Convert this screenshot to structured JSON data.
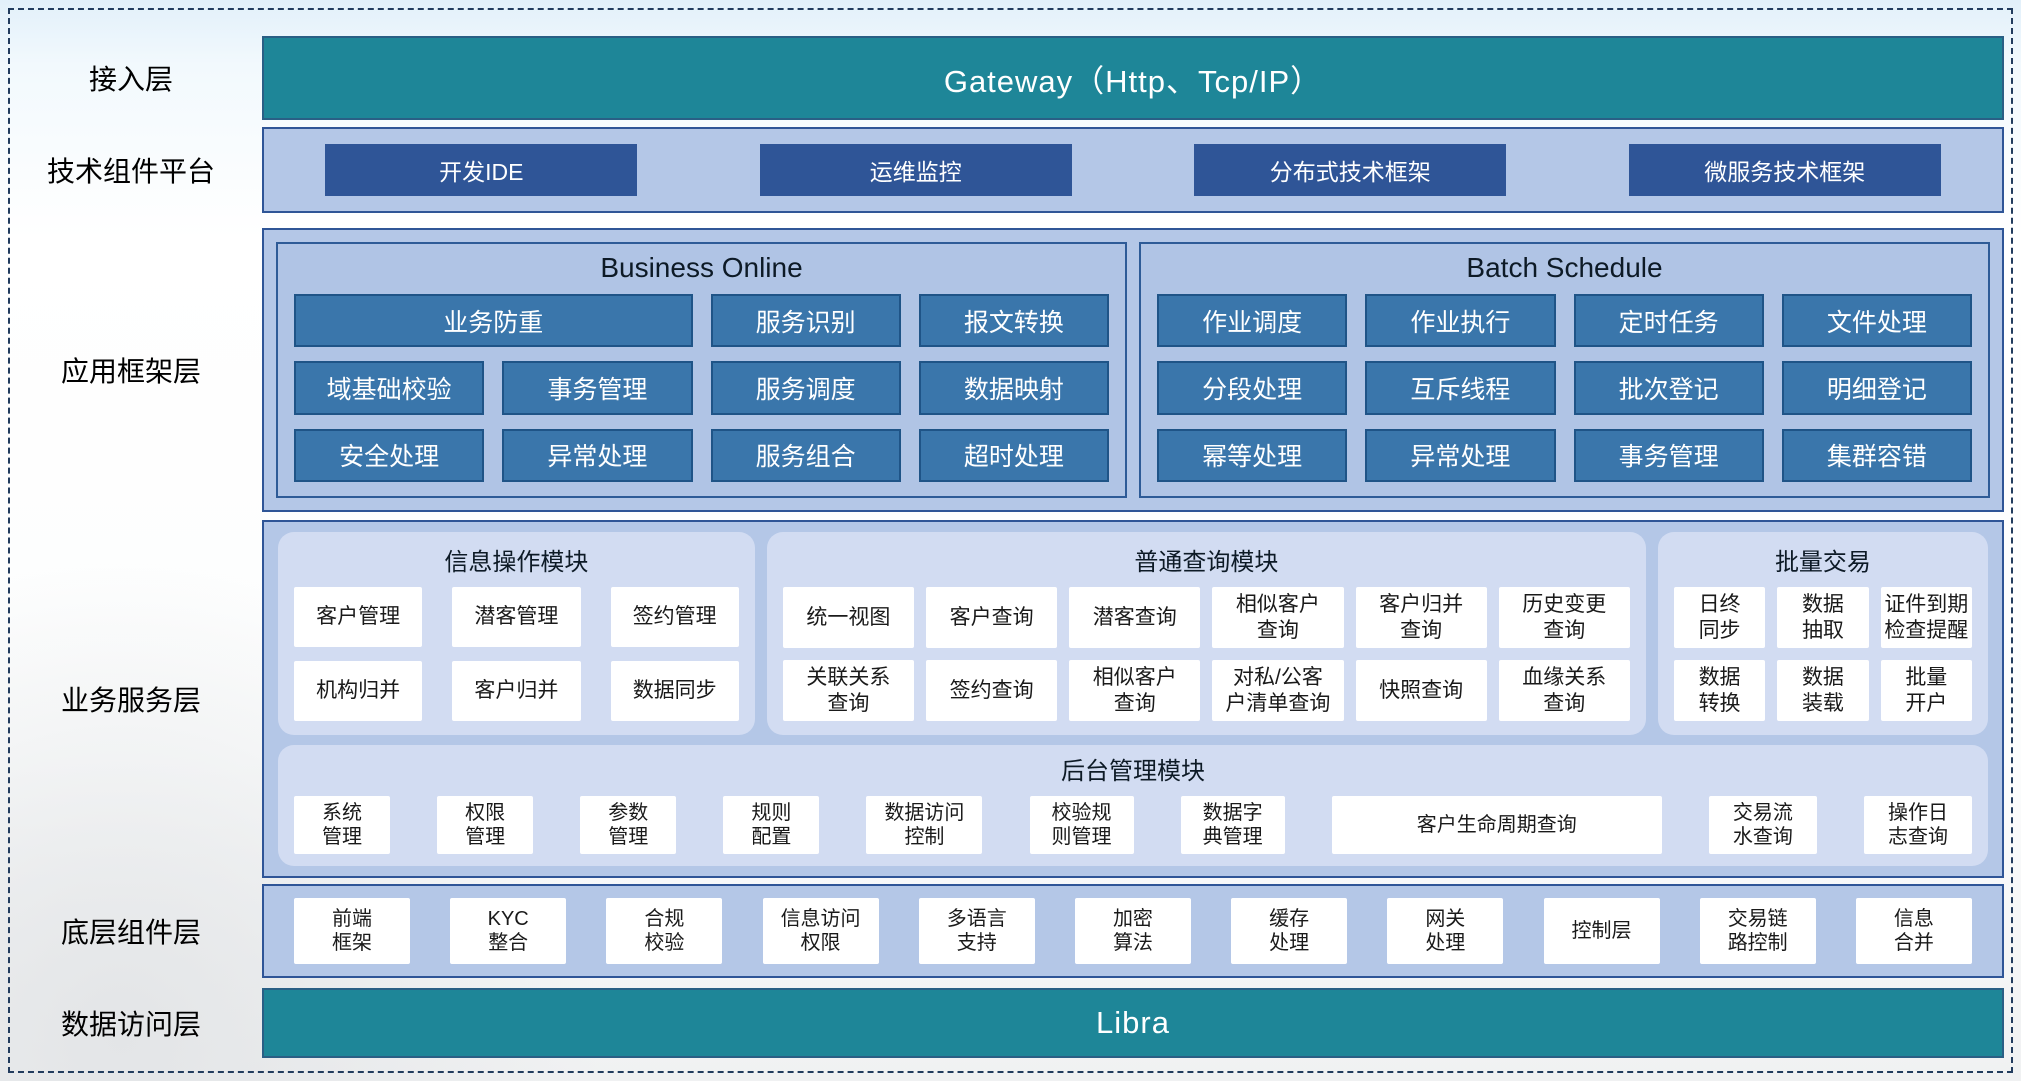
{
  "layers": {
    "access_label": "接入层",
    "tech_label": "技术组件平台",
    "framework_label": "应用框架层",
    "service_label": "业务服务层",
    "component_label": "底层组件层",
    "data_label": "数据访问层"
  },
  "gateway": {
    "title": "Gateway（Http、Tcp/IP）"
  },
  "tech_platform": {
    "items": [
      "开发IDE",
      "运维监控",
      "分布式技术框架",
      "微服务技术框架"
    ]
  },
  "business_online": {
    "title": "Business Online",
    "items": [
      "业务防重",
      "服务识别",
      "报文转换",
      "域基础校验",
      "事务管理",
      "服务调度",
      "数据映射",
      "安全处理",
      "异常处理",
      "服务组合",
      "超时处理"
    ]
  },
  "batch_schedule": {
    "title": "Batch Schedule",
    "items": [
      "作业调度",
      "作业执行",
      "定时任务",
      "文件处理",
      "分段处理",
      "互斥线程",
      "批次登记",
      "明细登记",
      "幂等处理",
      "异常处理",
      "事务管理",
      "集群容错"
    ]
  },
  "info_module": {
    "title": "信息操作模块",
    "items": [
      "客户管理",
      "潜客管理",
      "签约管理",
      "机构归并",
      "客户归并",
      "数据同步"
    ]
  },
  "query_module": {
    "title": "普通查询模块",
    "items": [
      "统一视图",
      "客户查询",
      "潜客查询",
      "相似客户\n查询",
      "客户归并\n查询",
      "历史变更\n查询",
      "关联关系\n查询",
      "签约查询",
      "相似客户\n查询",
      "对私/公客\n户清单查询",
      "快照查询",
      "血缘关系\n查询"
    ]
  },
  "batch_trade": {
    "title": "批量交易",
    "items": [
      "日终\n同步",
      "数据\n抽取",
      "证件到期\n检查提醒",
      "数据\n转换",
      "数据\n装载",
      "批量\n开户"
    ]
  },
  "admin_module": {
    "title": "后台管理模块",
    "items": [
      "系统\n管理",
      "权限\n管理",
      "参数\n管理",
      "规则\n配置",
      "数据访问\n控制",
      "校验规\n则管理",
      "数据字\n典管理",
      "客户生命周期查询",
      "交易流\n水查询",
      "操作日\n志查询"
    ]
  },
  "base_components": {
    "items": [
      "前端\n框架",
      "KYC\n整合",
      "合规\n校验",
      "信息访问\n权限",
      "多语言\n支持",
      "加密\n算法",
      "缓存\n处理",
      "网关\n处理",
      "控制层",
      "交易链\n路控制",
      "信息\n合并"
    ]
  },
  "data_access": {
    "title": "Libra"
  },
  "colors": {
    "teal": "#1e8698",
    "navy": "#2f5597",
    "panel_fill": "#b4c7e7",
    "group_fill": "#b0c4e5",
    "group_border": "#2e5b97",
    "steel_fill": "#3a76ab",
    "steel_border": "#1f5487",
    "rounded_group_fill": "#d2dcf2",
    "cell_fill": "#ffffff",
    "dashed_border": "#223c5e"
  }
}
